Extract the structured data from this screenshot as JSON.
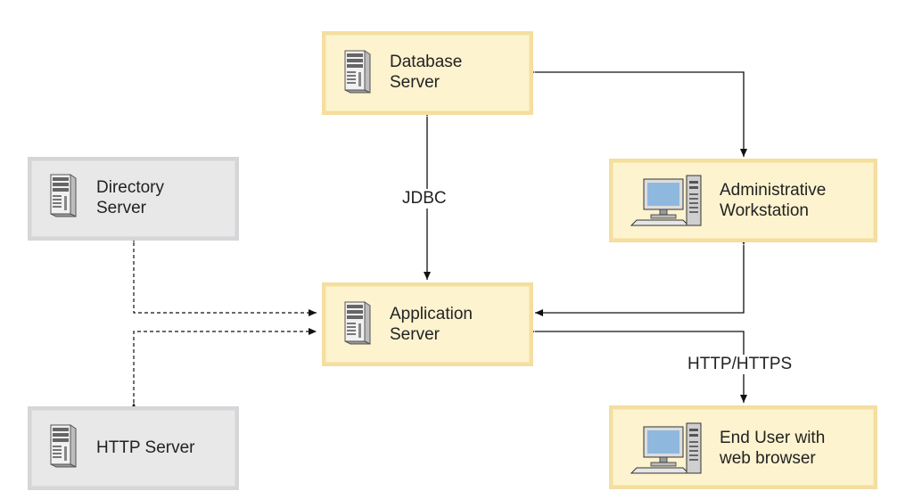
{
  "nodes": {
    "database_server": {
      "line1": "Database",
      "line2": "Server"
    },
    "directory_server": {
      "line1": "Directory",
      "line2": "Server"
    },
    "application_server": {
      "line1": "Application",
      "line2": "Server"
    },
    "http_server": {
      "line1": "HTTP Server"
    },
    "admin_workstation": {
      "line1": "Administrative",
      "line2": "Workstation"
    },
    "end_user": {
      "line1": "End User with",
      "line2": "web browser"
    }
  },
  "edges": {
    "jdbc": "JDBC",
    "http_https": "HTTP/HTTPS"
  },
  "colors": {
    "node_fill": "#fdf3cf",
    "node_border": "#f4dea0",
    "external_fill": "#e8e8e9",
    "external_border": "#d6d6d8",
    "line": "#111111"
  }
}
